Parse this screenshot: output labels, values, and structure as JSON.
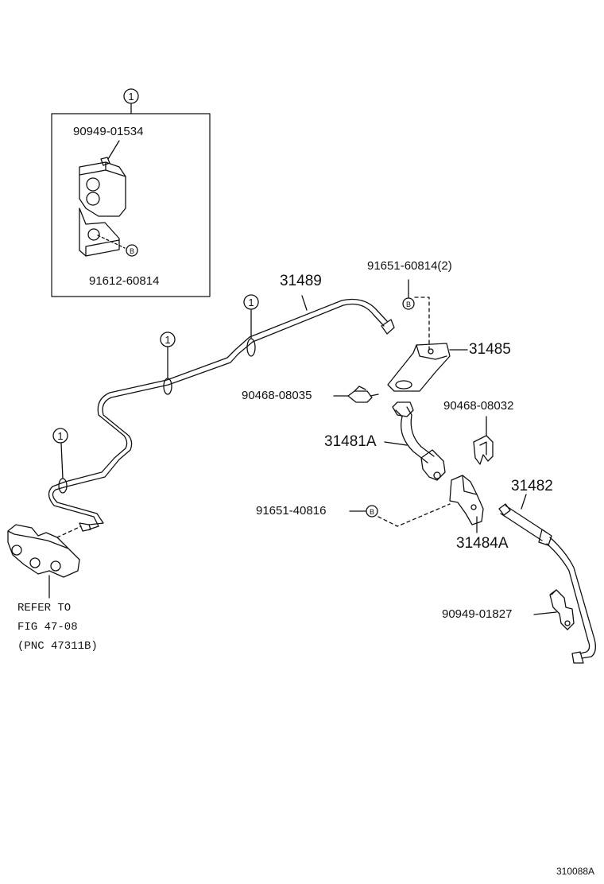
{
  "callouts": {
    "kit_1": "1",
    "clamp_a": "1",
    "clamp_b": "1",
    "clamp_c": "1",
    "bolt_b_kit": "B",
    "bolt_b_top": "B",
    "bolt_b_mid": "B"
  },
  "parts": {
    "p_90949_01534": "90949-01534",
    "p_91612_60814": "91612-60814",
    "p_31489": "31489",
    "p_91651_60814": "91651-60814(2)",
    "p_31485": "31485",
    "p_90468_08035": "90468-08035",
    "p_90468_08032": "90468-08032",
    "p_31481A": "31481A",
    "p_31482": "31482",
    "p_91651_40816": "91651-40816",
    "p_31484A": "31484A",
    "p_90949_01827": "90949-01827"
  },
  "refer": {
    "line1": "REFER TO",
    "line2": "FIG 47-08",
    "line3": "(PNC 47311B)"
  },
  "figure_id": "310088A",
  "colors": {
    "ink": "#111111",
    "paper": "#ffffff"
  }
}
